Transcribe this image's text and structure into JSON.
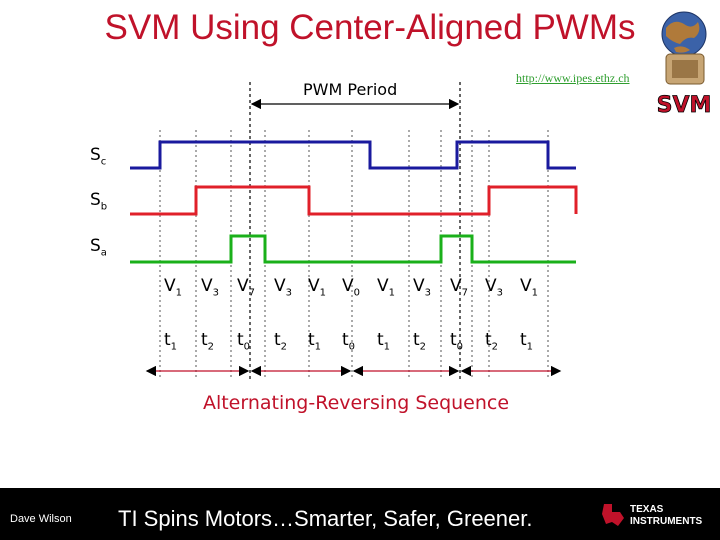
{
  "title": "SVM Using Center-Aligned PWMs",
  "url": "http://www.ipes.ethz.ch",
  "period_label": "PWM Period",
  "signals": [
    {
      "base": "S",
      "sub": "c",
      "color": "#1a1a9e",
      "high_intervals": [
        [
          160,
          370
        ],
        [
          457,
          548
        ]
      ]
    },
    {
      "base": "S",
      "sub": "b",
      "color": "#e0202a",
      "high_intervals": [
        [
          196,
          309
        ],
        [
          489,
          576
        ]
      ]
    },
    {
      "base": "S",
      "sub": "a",
      "color": "#1ab01a",
      "high_intervals": [
        [
          231,
          265
        ],
        [
          441,
          472
        ]
      ]
    }
  ],
  "vector_labels": [
    {
      "base": "V",
      "sub": "1"
    },
    {
      "base": "V",
      "sub": "3"
    },
    {
      "base": "V",
      "sub": "7"
    },
    {
      "base": "V",
      "sub": "3"
    },
    {
      "base": "V",
      "sub": "1"
    },
    {
      "base": "V",
      "sub": "0"
    },
    {
      "base": "V",
      "sub": "1"
    },
    {
      "base": "V",
      "sub": "3"
    },
    {
      "base": "V",
      "sub": "7"
    },
    {
      "base": "V",
      "sub": "3"
    },
    {
      "base": "V",
      "sub": "1"
    }
  ],
  "time_labels": [
    {
      "base": "t",
      "sub": "1"
    },
    {
      "base": "t",
      "sub": "2"
    },
    {
      "base": "t",
      "sub": "0"
    },
    {
      "base": "t",
      "sub": "2"
    },
    {
      "base": "t",
      "sub": "1"
    },
    {
      "base": "t",
      "sub": "0"
    },
    {
      "base": "t",
      "sub": "1"
    },
    {
      "base": "t",
      "sub": "2"
    },
    {
      "base": "t",
      "sub": "0"
    },
    {
      "base": "t",
      "sub": "2"
    },
    {
      "base": "t",
      "sub": "1"
    }
  ],
  "sequence_label": "Alternating-Reversing Sequence",
  "footer": {
    "author": "Dave Wilson",
    "tagline": "TI Spins Motors…Smarter, Safer, Greener.",
    "logo_line1": "TEXAS",
    "logo_line2": "INSTRUMENTS"
  },
  "logo_text": "SVM",
  "colors": {
    "title": "#c0122a",
    "url": "#2f9e2f",
    "sequence": "#c0122a"
  }
}
